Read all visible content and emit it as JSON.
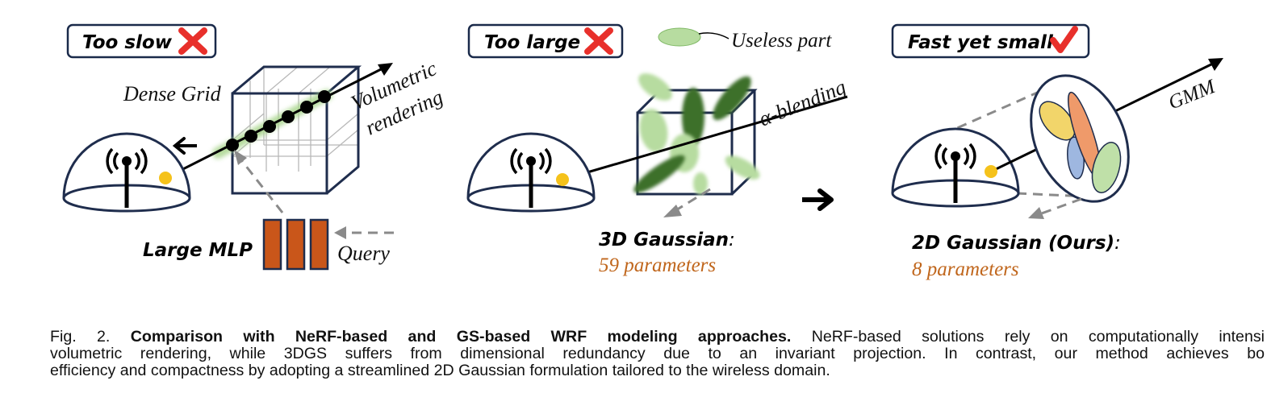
{
  "panels": [
    {
      "title": "Too slow",
      "status_icon": "cross-icon",
      "labels": {
        "grid": "Dense Grid",
        "render_line1": "Volumetric",
        "render_line2": "rendering",
        "model": "Large MLP",
        "query": "Query"
      }
    },
    {
      "title": "Too large",
      "status_icon": "cross-icon",
      "labels": {
        "useless": "Useless part",
        "blending": "α-blending",
        "model": "3D Gaussian",
        "model_suffix": ":",
        "params": "59 parameters"
      }
    },
    {
      "title": "Fast yet small",
      "status_icon": "check-icon",
      "labels": {
        "gmm": "GMM",
        "model": "2D Gaussian (Ours)",
        "model_suffix": ":",
        "params": "8 parameters"
      }
    }
  ],
  "icons": [
    "antenna-icon",
    "arrow-right-icon",
    "arrow-left-icon"
  ],
  "colors": {
    "cross": "#e8302b",
    "check": "#e8302b",
    "box_border": "#1a2a4a",
    "mlp_fill": "#c9561a",
    "param_text": "#c0661c",
    "transmitter_dot": "#f5c21b",
    "gaussian_light": "#b7dca0",
    "gaussian_dark": "#3d6f2a",
    "ellipse_yellow": "#f2d56a",
    "ellipse_orange": "#ef9a6a",
    "ellipse_blue": "#9eb7e0",
    "ellipse_green": "#bfe0a8"
  },
  "caption": {
    "fig_label": "Fig. 2.",
    "bold": "Comparison with NeRF-based and GS-based WRF modeling approaches.",
    "line1_rest": "NeRF-based solutions rely on computationally intensi",
    "line2": "volumetric rendering, while 3DGS suffers from dimensional redundancy due to an invariant projection. In contrast, our method achieves bo",
    "line3": "efficiency and compactness by adopting a streamlined 2D Gaussian formulation tailored to the wireless domain."
  }
}
